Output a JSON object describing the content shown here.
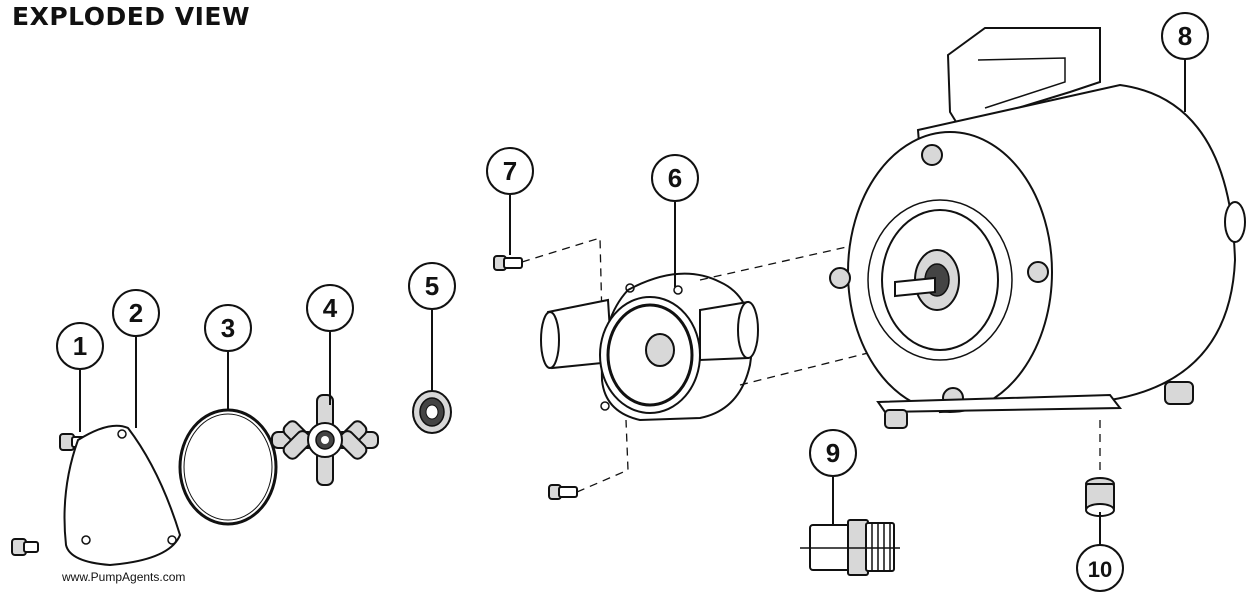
{
  "title": "EXPLODED VIEW",
  "watermark": "www.PumpAgents.com",
  "callouts": [
    "1",
    "2",
    "3",
    "4",
    "5",
    "6",
    "7",
    "8",
    "9",
    "10"
  ]
}
